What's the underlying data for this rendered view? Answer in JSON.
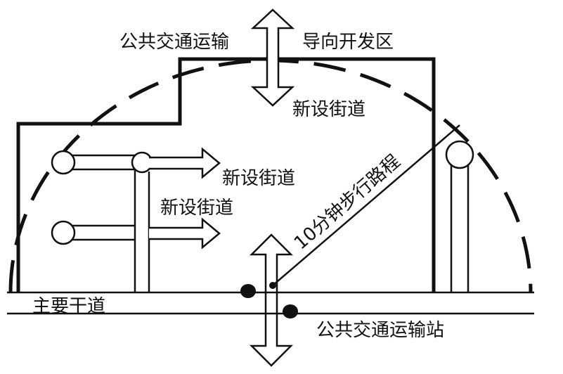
{
  "labels": {
    "transit_corridor": "公共交通运输",
    "development_area": "导向开发区",
    "new_street_top": "新设街道",
    "new_street_mid1": "新设街道",
    "new_street_mid2": "新设街道",
    "walk_radius": "10分钟步行路程",
    "main_road": "主要干道",
    "transit_station": "公共交通运输站"
  },
  "colors": {
    "ink": "#111111",
    "background": "#ffffff"
  }
}
